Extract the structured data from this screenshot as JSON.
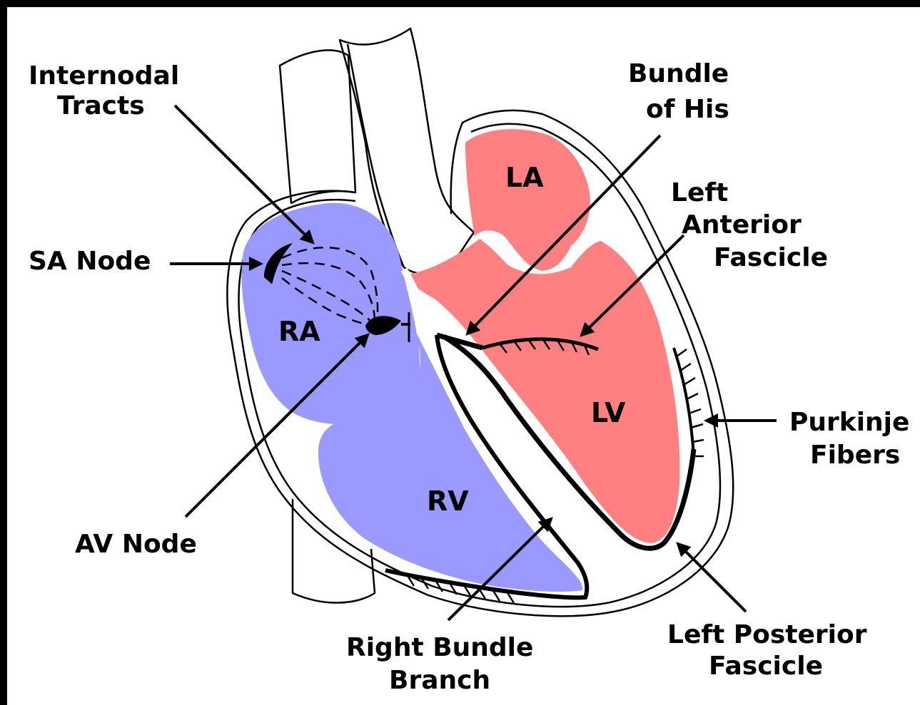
{
  "colors": {
    "right_heart": "#9999ff",
    "left_heart": "#ff8080",
    "frame": "#000000",
    "background": "#ffffff"
  },
  "chambers": {
    "ra": "RA",
    "rv": "RV",
    "la": "LA",
    "lv": "LV"
  },
  "labels": {
    "internodal_1": "Internodal",
    "internodal_2": "Tracts",
    "sa_node": "SA Node",
    "av_node": "AV Node",
    "bundle_his_1": "Bundle",
    "bundle_his_2": "of His",
    "left_anterior_1": "Left",
    "left_anterior_2": "Anterior",
    "left_anterior_3": "Fascicle",
    "purkinje_1": "Purkinje",
    "purkinje_2": "Fibers",
    "right_bundle_1": "Right Bundle",
    "right_bundle_2": "Branch",
    "left_posterior_1": "Left Posterior",
    "left_posterior_2": "Fascicle"
  }
}
